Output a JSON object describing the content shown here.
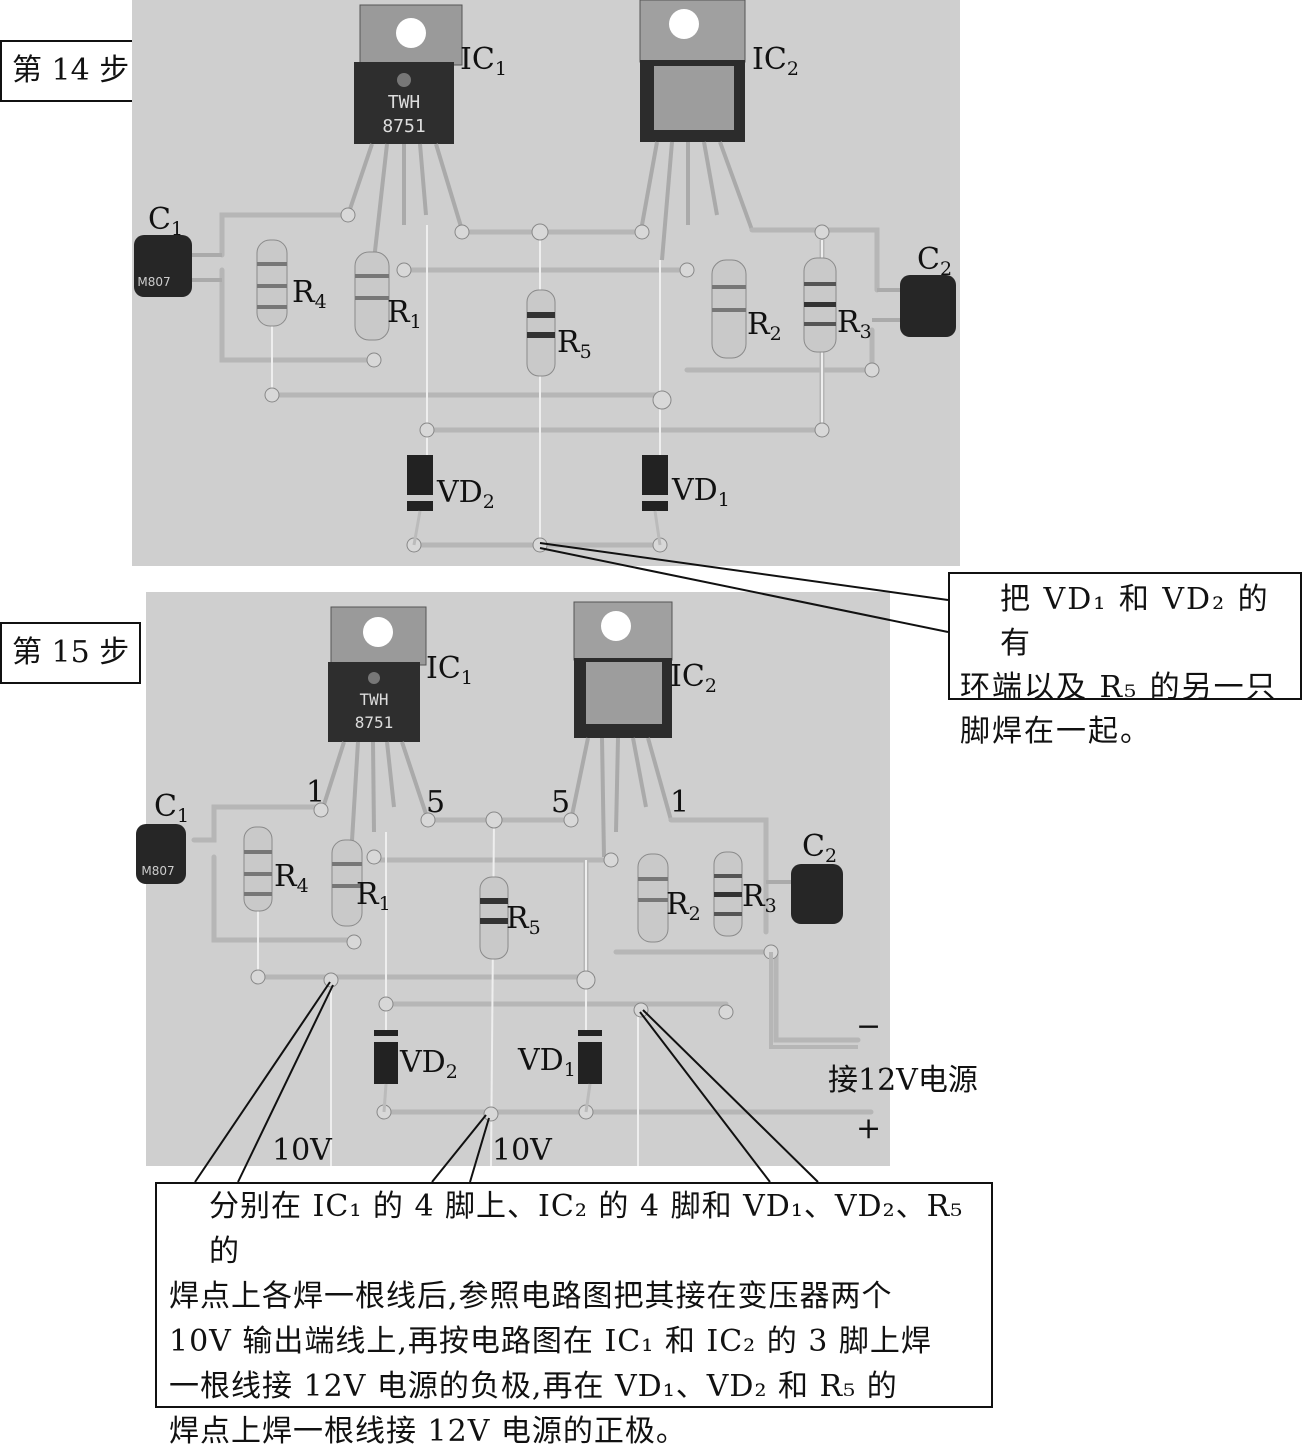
{
  "steps": [
    {
      "title": "第 14 步",
      "labels": {
        "ic1": "IC",
        "ic1_sub": "1",
        "ic2": "IC",
        "ic2_sub": "2",
        "c1": "C",
        "c1_sub": "1",
        "c2": "C",
        "c2_sub": "2",
        "r1": "R",
        "r1_sub": "1",
        "r2": "R",
        "r2_sub": "2",
        "r3": "R",
        "r3_sub": "3",
        "r4": "R",
        "r4_sub": "4",
        "r5": "R",
        "r5_sub": "5",
        "vd1": "VD",
        "vd1_sub": "1",
        "vd2": "VD",
        "vd2_sub": "2"
      },
      "chip_marking": [
        "TWH",
        "8751"
      ],
      "cap_marking": "M807",
      "callout": [
        "把 VD₁ 和 VD₂ 的有",
        "环端以及 R₅ 的另一只",
        "脚焊在一起。"
      ]
    },
    {
      "title": "第 15 步",
      "labels": {
        "ic1": "IC",
        "ic1_sub": "1",
        "ic2": "IC",
        "ic2_sub": "2",
        "c1": "C",
        "c1_sub": "1",
        "c2": "C",
        "c2_sub": "2",
        "r1": "R",
        "r1_sub": "1",
        "r2": "R",
        "r2_sub": "2",
        "r3": "R",
        "r3_sub": "3",
        "r4": "R",
        "r4_sub": "4",
        "r5": "R",
        "r5_sub": "5",
        "vd1": "VD",
        "vd1_sub": "1",
        "vd2": "VD",
        "vd2_sub": "2",
        "pin1_left": "1",
        "pin5_left": "5",
        "pin5_right": "5",
        "pin1_right": "1",
        "minus": "−",
        "plus": "+",
        "power": "接12V电源",
        "v10_left": "10V",
        "v10_right": "10V"
      },
      "chip_marking": [
        "TWH",
        "8751"
      ],
      "cap_marking": "M807",
      "callout": [
        "分别在 IC₁ 的 4 脚上、IC₂ 的 4 脚和 VD₁、VD₂、R₅ 的",
        "焊点上各焊一根线后,参照电路图把其接在变压器两个",
        "10V 输出端线上,再按电路图在 IC₁ 和 IC₂ 的 3 脚上焊",
        "一根线接 12V 电源的负极,再在 VD₁、VD₂ 和 R₅ 的",
        "焊点上焊一根线接 12V 电源的正极。"
      ]
    }
  ]
}
